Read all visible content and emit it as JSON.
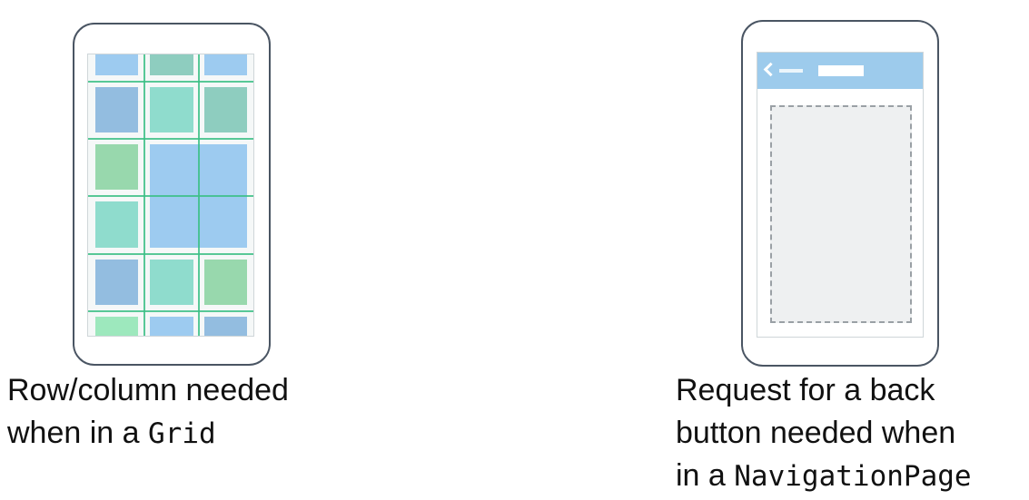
{
  "grid_example": {
    "caption_line1": "Row/column needed",
    "caption_line2_prefix": "when in a ",
    "caption_line2_code": "Grid"
  },
  "navigation_example": {
    "caption_line1": "Request for a back",
    "caption_line2": "button needed when",
    "caption_line3_prefix": "in a ",
    "caption_line3_code": "NavigationPage"
  },
  "colors": {
    "phone_border": "#4a5563",
    "blue": "#9dcbf0",
    "steel_blue": "#93bde0",
    "teal": "#8fdccd",
    "muted_teal": "#8ecdbf",
    "green": "#98d8ad",
    "light_green": "#9de8bd",
    "grid_line": "#3cbf86",
    "nav_bar": "#9dcbec",
    "content_fill": "#eef0f1"
  }
}
